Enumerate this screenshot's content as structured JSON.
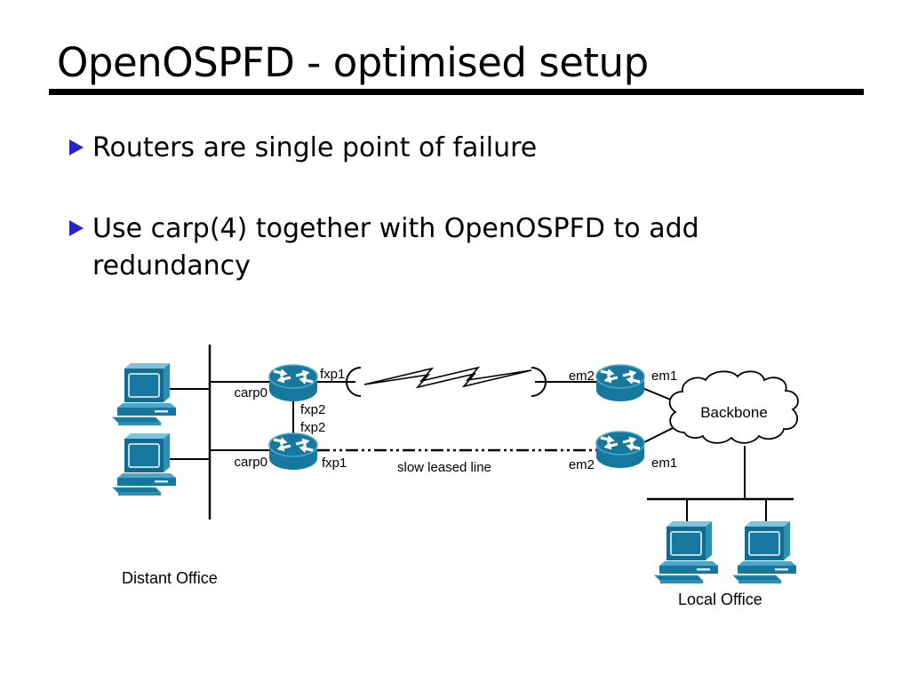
{
  "slide": {
    "title": "OpenOSPFD - optimised setup",
    "bullets": [
      "Routers are single point of failure",
      "Use carp(4) together with OpenOSPFD to add redundancy"
    ]
  },
  "diagram": {
    "labels": {
      "carp0_top": "carp0",
      "fxp1_top": "fxp1",
      "fxp2_top": "fxp2",
      "fxp2_bottom": "fxp2",
      "carp0_bottom": "carp0",
      "fxp1_bottom": "fxp1",
      "slow_leased_line": "slow leased line",
      "em2_top": "em2",
      "em1_top": "em1",
      "em2_bottom": "em2",
      "em1_bottom": "em1",
      "backbone": "Backbone",
      "distant_office": "Distant Office",
      "local_office": "Local Office"
    },
    "colors": {
      "device_teal": "#16789f",
      "device_teal_dark": "#126c92",
      "device_light": "#4ea7c8",
      "device_lighter": "#7cc3dd",
      "bullet_blue": "#2424cc",
      "line_black": "#000000"
    }
  }
}
